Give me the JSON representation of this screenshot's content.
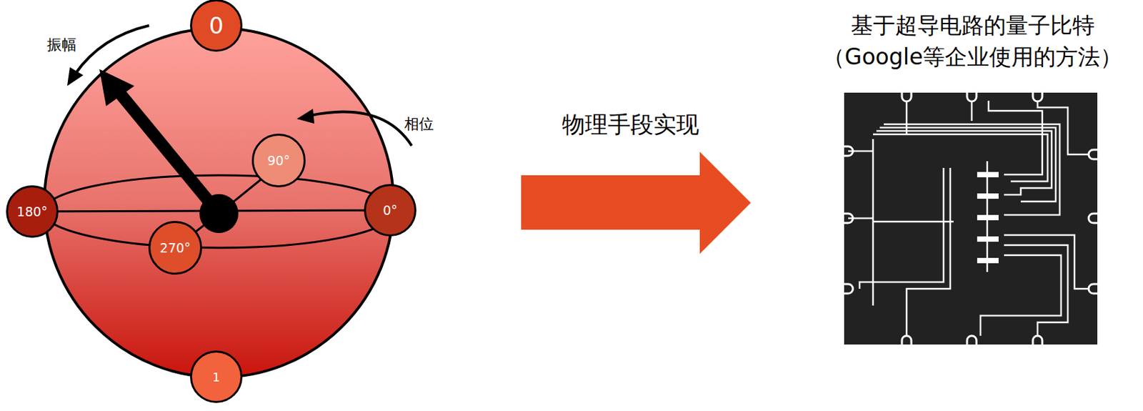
{
  "diagram": {
    "nodes": [
      {
        "text": [
          "0"
        ]
      },
      {
        "text": [
          "90°"
        ]
      },
      {
        "text": [
          "180°"
        ]
      },
      {
        "text": [
          "0°"
        ]
      },
      {
        "text": [
          "270°"
        ]
      },
      {
        "text": [
          "1"
        ]
      }
    ],
    "edges": [
      {
        "from": 2,
        "to": 3,
        "arrow": "none"
      }
    ],
    "labels": [
      "振幅",
      "相位",
      "物理手段实现",
      "基于超导电路的量子比特",
      "（Google等企业使用的方法）"
    ]
  }
}
